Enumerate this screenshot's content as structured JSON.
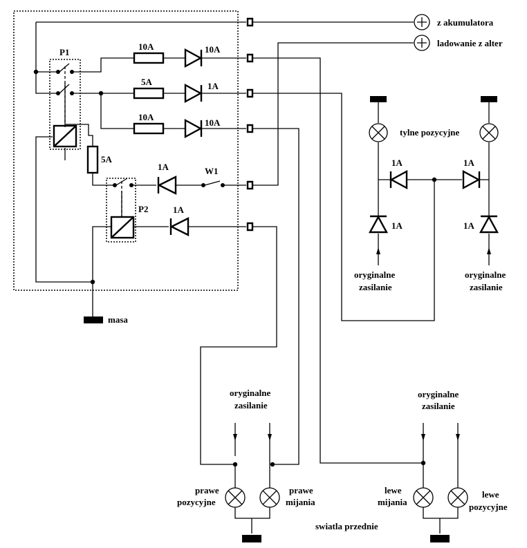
{
  "labels": {
    "supply_battery": "z akumulatora",
    "supply_alternator": "ladowanie z alter",
    "relay1": "P1",
    "relay2": "P2",
    "fuse_top": "10A",
    "fuse_mid": "5A",
    "fuse_low": "10A",
    "fuse_coil": "5A",
    "diode_top": "10A",
    "diode_mid": "1A",
    "diode_low": "10A",
    "diode_w1": "1A",
    "switch_w1": "W1",
    "diode_p2": "1A",
    "ground": "masa",
    "rear_title": "tylne pozycyjne",
    "rear_diode_left": "1A",
    "rear_diode_right": "1A",
    "rear_diode_vleft": "1A",
    "rear_diode_vright": "1A",
    "orig_rl_1": "oryginalne",
    "orig_rl_2": "zasilanie",
    "orig_rr_1": "oryginalne",
    "orig_rr_2": "zasilanie",
    "orig_fl_1": "oryginalne",
    "orig_fl_2": "zasilanie",
    "orig_fr_1": "oryginalne",
    "orig_fr_2": "zasilanie",
    "front_rp_1": "prawe",
    "front_rp_2": "pozycyjne",
    "front_rm_1": "prawe",
    "front_rm_2": "mijania",
    "front_lm_1": "lewe",
    "front_lm_2": "mijania",
    "front_lp_1": "lewe",
    "front_lp_2": "pozycyjne",
    "front_title": "swiatla przednie"
  }
}
